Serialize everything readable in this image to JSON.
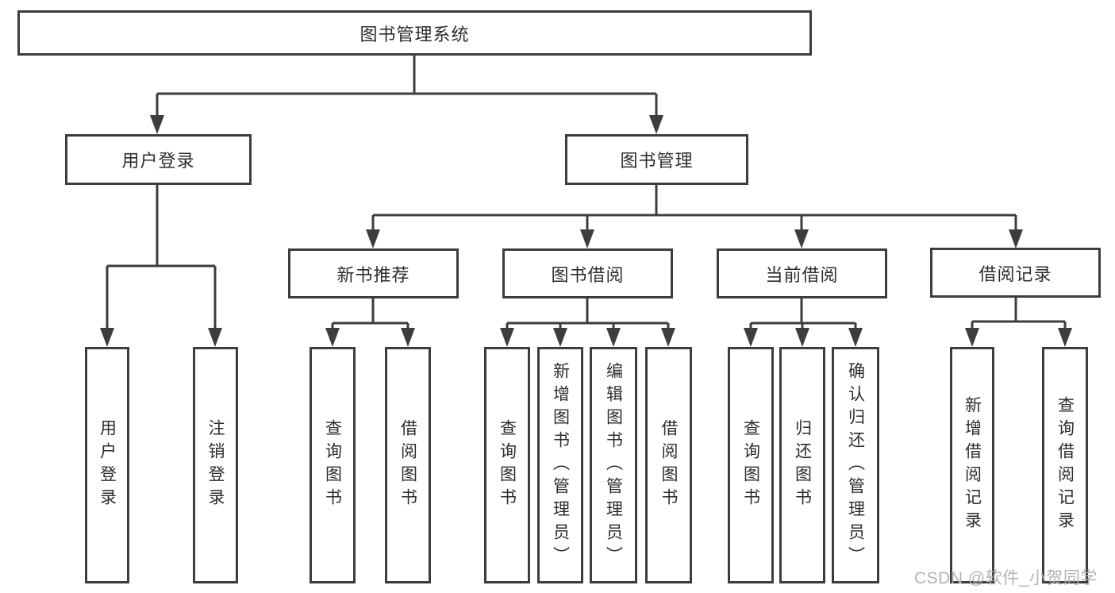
{
  "tree": {
    "root": {
      "label": "图书管理系统"
    },
    "branches": [
      {
        "label": "用户登录",
        "children": [
          {
            "label": "用户登录"
          },
          {
            "label": "注销登录"
          }
        ]
      },
      {
        "label": "图书管理",
        "children": [
          {
            "label": "新书推荐",
            "children": [
              {
                "label": "查询图书"
              },
              {
                "label": "借阅图书"
              }
            ]
          },
          {
            "label": "图书借阅",
            "children": [
              {
                "label": "查询图书"
              },
              {
                "label": "新增图书（管理员）"
              },
              {
                "label": "编辑图书（管理员）"
              },
              {
                "label": "借阅图书"
              }
            ]
          },
          {
            "label": "当前借阅",
            "children": [
              {
                "label": "查询图书"
              },
              {
                "label": "归还图书"
              },
              {
                "label": "确认归还（管理员）"
              }
            ]
          },
          {
            "label": "借阅记录",
            "children": [
              {
                "label": "新增借阅记录"
              },
              {
                "label": "查询借阅记录"
              }
            ]
          }
        ]
      }
    ]
  },
  "watermark": {
    "text": "CSDN @软件_小贺同学"
  },
  "colors": {
    "line": "#3d3d3d",
    "text": "#2d2d2d",
    "watermark": "#b3b3b3",
    "background": "#ffffff"
  }
}
